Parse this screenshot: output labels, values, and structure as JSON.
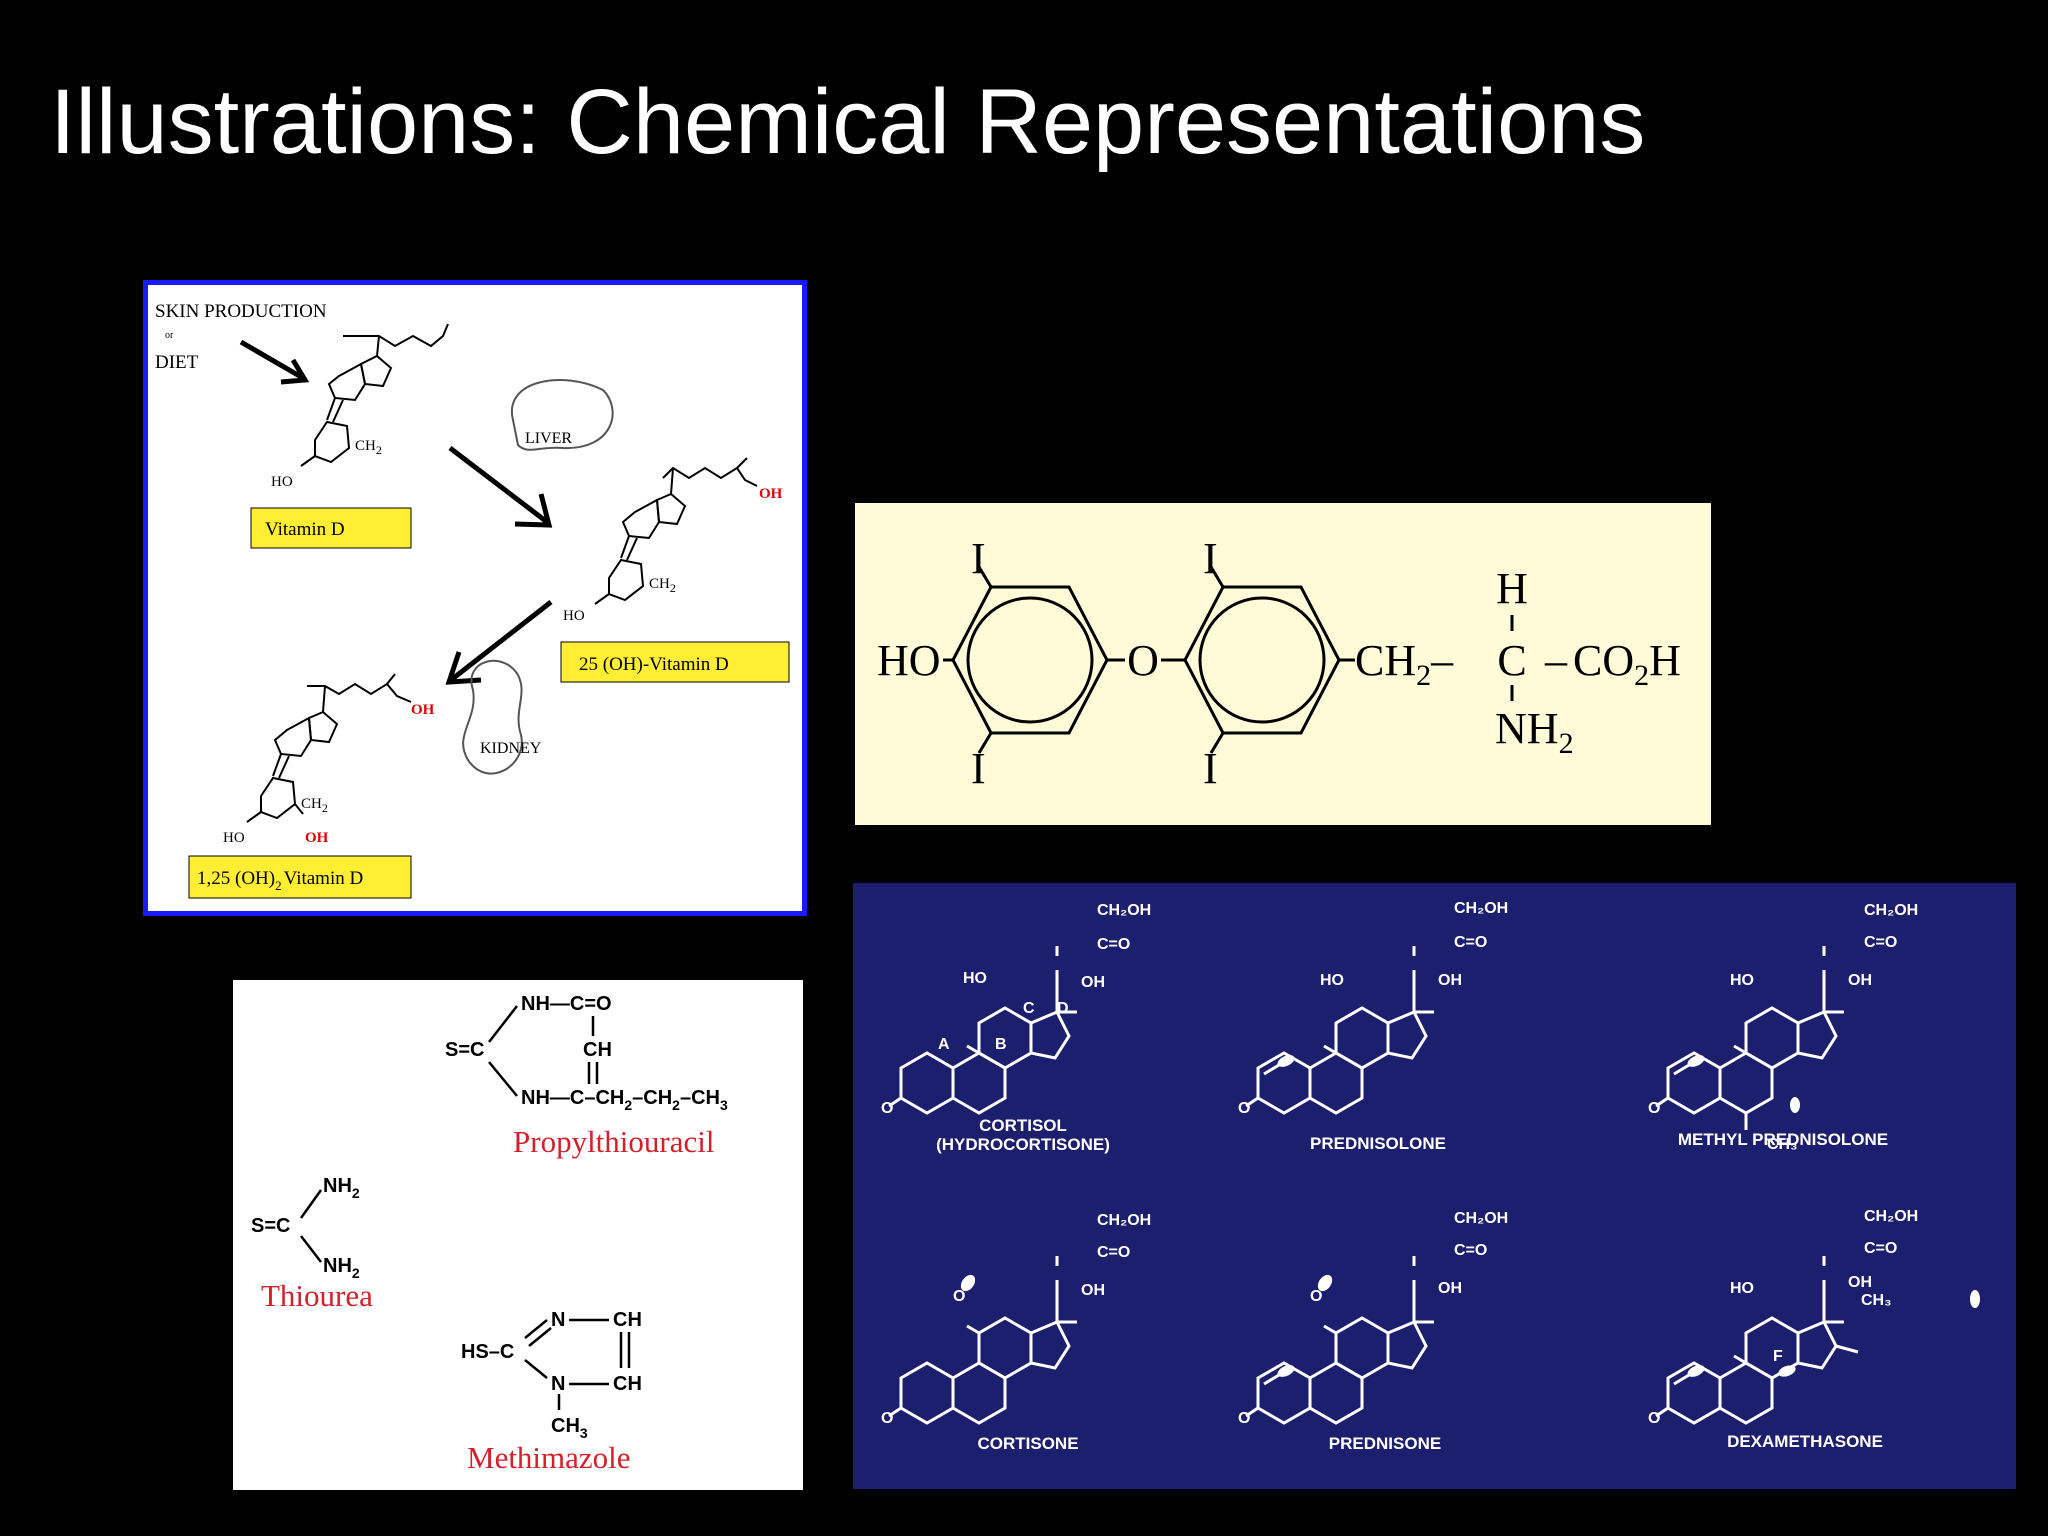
{
  "slide": {
    "title": "Illustrations: Chemical Representations"
  },
  "vitamin_d": {
    "source_label": "SKIN PRODUCTION",
    "or_label": "or",
    "diet_label": "DIET",
    "liver_label": "LIVER",
    "kidney_label": "KIDNEY",
    "vitd_label": "Vitamin D",
    "vitd25_label": "25 (OH)-Vitamin D",
    "vitd125_label_a": "1,25 (OH)",
    "vitd125_sub": "2",
    "vitd125_label_b": "Vitamin D",
    "ho": "HO",
    "ch2": "CH",
    "ch2_sub": "2",
    "oh": "OH",
    "colors": {
      "frame": "#1a1aff",
      "label_bg": "#ffee33",
      "oh_red": "#e00000"
    }
  },
  "thyroxine": {
    "ho": "HO",
    "o": "O",
    "i": "I",
    "ch2": "CH",
    "ch2_sub": "2",
    "dash": "–",
    "c": "C",
    "h": "H",
    "co2h_a": "CO",
    "co2h_sub": "2",
    "co2h_b": "H",
    "nh2": "NH",
    "nh2_sub": "2",
    "colors": {
      "background": "#fffbd9"
    }
  },
  "antithyroid": {
    "propylthiouracil_name": "Propylthiouracil",
    "thiourea_name": "Thiourea",
    "methimazole_name": "Methimazole",
    "ptu_nh_top": "NH—C=O",
    "ptu_sc": "S=C",
    "ptu_ch": "CH",
    "ptu_nh_bottom": "NH—C–CH",
    "ptu_chain_a": "–CH",
    "ptu_chain_b": "–CH",
    "sub2": "2",
    "sub3": "3",
    "tu_nh2": "NH",
    "tu_sc": "S=C",
    "mm_hs": "HS–C",
    "mm_n": "N",
    "mm_ch": "CH",
    "mm_ch3": "CH",
    "colors": {
      "name_red": "#d4202a"
    }
  },
  "steroids": {
    "names": [
      "CORTISOL",
      "(HYDROCORTISONE)",
      "PREDNISOLONE",
      "METHYL PREDNISOLONE",
      "CORTISONE",
      "PREDNISONE",
      "DEXAMETHASONE"
    ],
    "ch2oh": "CH₂OH",
    "co": "C=O",
    "oh": "OH",
    "ho": "HO",
    "o": "O",
    "f": "F",
    "ch3": "CH₃",
    "ring_letters": [
      "A",
      "B",
      "C",
      "D"
    ],
    "colors": {
      "background": "#1c1f6e",
      "ink": "#ffffff"
    }
  }
}
